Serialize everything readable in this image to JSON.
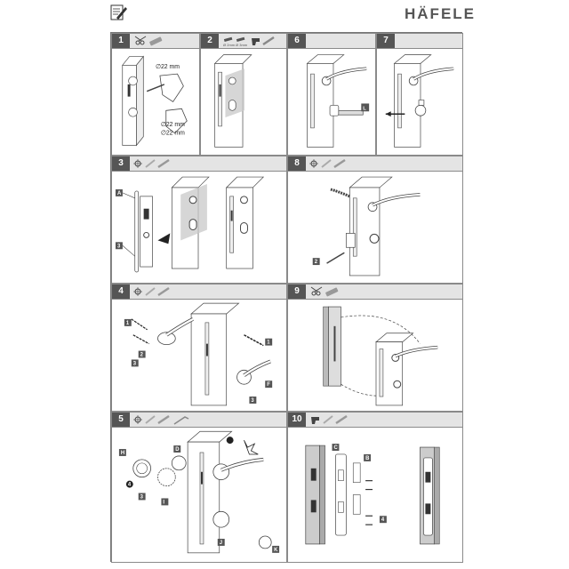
{
  "brand": "HÄFELE",
  "colors": {
    "header_bg": "#e4e4e4",
    "number_bg": "#555555",
    "line": "#444444",
    "hatch": "#bdbdbd"
  },
  "steps": [
    {
      "number": "1",
      "icons": [
        "scissors-icon",
        "tape-icon"
      ],
      "labels": [
        "∅22 mm",
        "∅22 mm",
        "∅22 mm"
      ]
    },
    {
      "number": "2",
      "icons": [
        "drill-bit-icon",
        "drill-bit-icon",
        "drill-icon",
        "screwdriver-icon"
      ],
      "tool_captions": [
        "Ø 2mm",
        "Ø 3mm"
      ]
    },
    {
      "number": "3",
      "icons": [
        "crosshair-icon",
        "chisel-icon",
        "screwdriver-icon"
      ],
      "labels": [
        "A",
        "3"
      ]
    },
    {
      "number": "4",
      "icons": [
        "crosshair-icon",
        "chisel-icon",
        "screwdriver-icon"
      ],
      "labels": [
        "1",
        "2",
        "3",
        "1",
        "F",
        "3"
      ]
    },
    {
      "number": "5",
      "icons": [
        "crosshair-icon",
        "chisel-icon",
        "screwdriver-icon",
        "allen-key-icon"
      ],
      "labels": [
        "H",
        "I",
        "D",
        "3",
        "4",
        "J",
        "K"
      ]
    },
    {
      "number": "6",
      "icons": [],
      "labels": [
        "L"
      ]
    },
    {
      "number": "7",
      "icons": [],
      "labels": []
    },
    {
      "number": "8",
      "icons": [
        "crosshair-icon",
        "chisel-icon",
        "screwdriver-icon"
      ],
      "labels": [
        "2"
      ]
    },
    {
      "number": "9",
      "icons": [
        "scissors-icon",
        "tape-icon"
      ],
      "labels": []
    },
    {
      "number": "10",
      "icons": [
        "drill-icon",
        "chisel-icon",
        "screwdriver-icon"
      ],
      "labels": [
        "C",
        "B",
        "4"
      ]
    }
  ]
}
